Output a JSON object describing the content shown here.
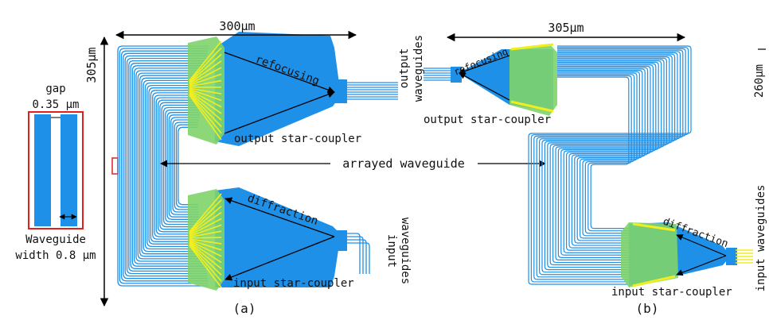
{
  "colors": {
    "waveguide": "#1e90e8",
    "taper_yellow": "#f2ee1e",
    "taper_green": "#7fd46a",
    "inset_border": "#e0201c",
    "annotation": "#000000"
  },
  "inset": {
    "gap_label": "gap",
    "gap_value": "0.35 μm",
    "width_label": "Waveguide",
    "width_value": "width 0.8 μm"
  },
  "panel_a": {
    "width_label": "300μm",
    "height_label": "305μm",
    "refocusing": "refocusing",
    "output_star": "output star-coupler",
    "diffraction": "diffraction",
    "input_star": "input star-coupler",
    "input_wg_1": "input",
    "input_wg_2": "waveguides",
    "caption": "(a)"
  },
  "shared": {
    "arrayed_waveguide": "arrayed waveguide"
  },
  "panel_b": {
    "width_label": "305μm",
    "height_label": "260μm",
    "output_wg_1": "output",
    "output_wg_2": "waveguides",
    "refocusing": "refocusing",
    "output_star": "output star-coupler",
    "diffraction": "diffraction",
    "input_star": "input star-coupler",
    "input_wg": "input waveguides",
    "caption": "(b)"
  }
}
